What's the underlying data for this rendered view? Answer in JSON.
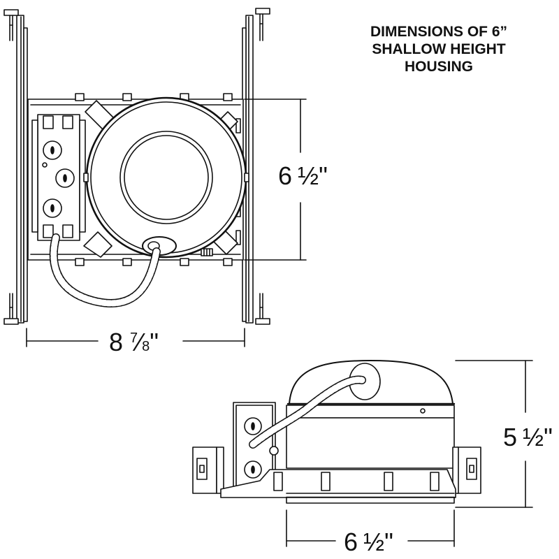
{
  "title": {
    "line1": "DIMENSIONS OF 6”",
    "line2": "SHALLOW HEIGHT",
    "line3": "HOUSING"
  },
  "top_view": {
    "height_dim": {
      "whole": "6",
      "frac": "½",
      "unit": "\""
    },
    "width_dim": {
      "whole": "8",
      "frac_num": "7",
      "frac_sep": "⁄",
      "frac_den": "8",
      "unit": "\""
    }
  },
  "side_view": {
    "height_dim": {
      "whole": "5",
      "frac": "½",
      "unit": "\""
    },
    "width_dim": {
      "whole": "6",
      "frac": "½",
      "unit": "\""
    }
  },
  "colors": {
    "stroke": "#111111",
    "fill_light": "#ffffff",
    "fill_gray": "#d9d9d9"
  }
}
